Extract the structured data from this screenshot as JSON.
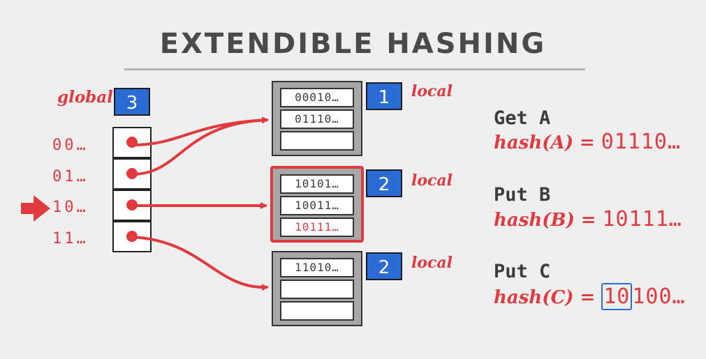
{
  "title": "EXTENDIBLE HASHING",
  "global_label": "global",
  "global_depth": "3",
  "local_label": "local",
  "directory": [
    {
      "prefix": "00…"
    },
    {
      "prefix": "01…"
    },
    {
      "prefix": "10…"
    },
    {
      "prefix": "11…"
    }
  ],
  "buckets": [
    {
      "depth": "1",
      "entries": [
        "00010…",
        "01110…",
        ""
      ]
    },
    {
      "depth": "2",
      "entries": [
        "10101…",
        "10011…",
        "10111…"
      ]
    },
    {
      "depth": "2",
      "entries": [
        "11010…",
        "",
        ""
      ]
    }
  ],
  "operations": [
    {
      "title": "Get A",
      "fn": "hash(A)",
      "eq": "=",
      "value": "01110…",
      "value_prefix": "",
      "value_rest": ""
    },
    {
      "title": "Put B",
      "fn": "hash(B)",
      "eq": "=",
      "value": "10111…",
      "value_prefix": "",
      "value_rest": ""
    },
    {
      "title": "Put C",
      "fn": "hash(C)",
      "eq": "=",
      "value": "",
      "value_prefix": "10",
      "value_rest": "100…"
    }
  ],
  "colors": {
    "accent_red": "#e13a3f",
    "depth_blue": "#2b6bd4",
    "bucket_gray": "#a7a7a7"
  }
}
